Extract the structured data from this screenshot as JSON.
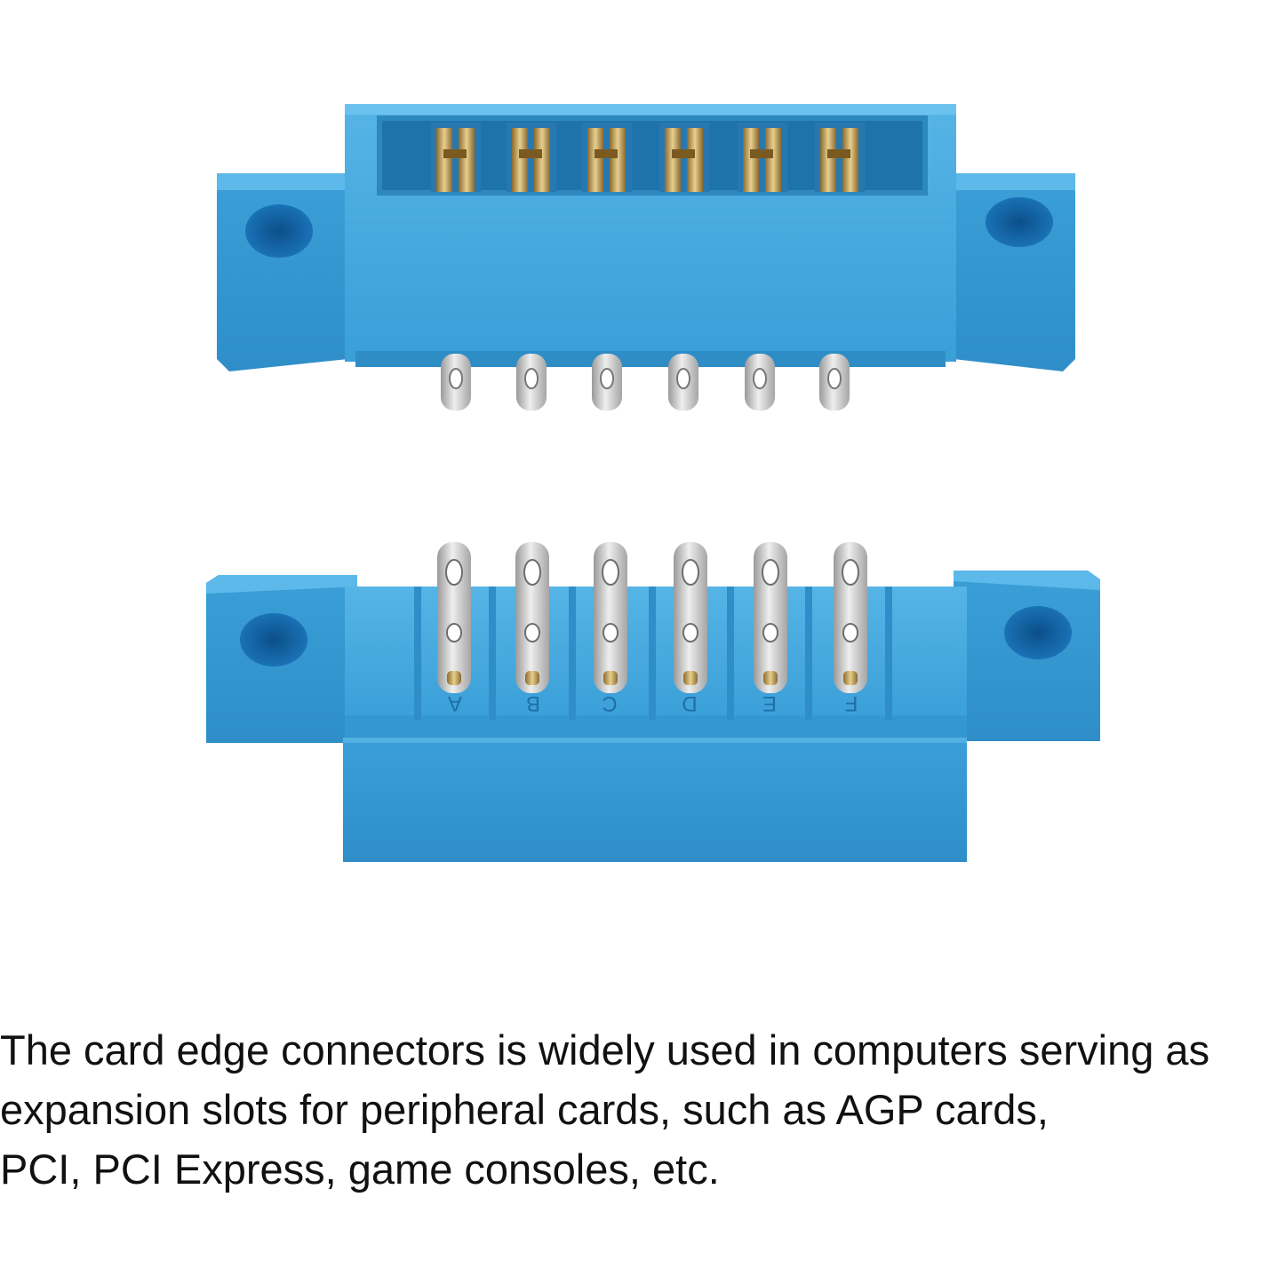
{
  "colors": {
    "background": "#ffffff",
    "housing": "#3ea4dc",
    "housing_light": "#58b6e8",
    "housing_shadow": "#2b86bd",
    "hole": "#0f5d9c",
    "contact_gold": "#c9a35a",
    "contact_silver": "#c8c8c8",
    "text": "#111111"
  },
  "photo": {
    "top_connector": {
      "contacts": 6,
      "view": "mating-face"
    },
    "bottom_connector": {
      "contacts": 6,
      "view": "solder-tail-side",
      "position_letters": [
        "A",
        "B",
        "C",
        "D",
        "E",
        "F"
      ]
    }
  },
  "caption": {
    "lines": [
      "The card edge connectors is widely used in computers serving as",
      "expansion slots for peripheral cards, such as AGP cards,",
      "PCI, PCI Express, game consoles, etc."
    ]
  }
}
